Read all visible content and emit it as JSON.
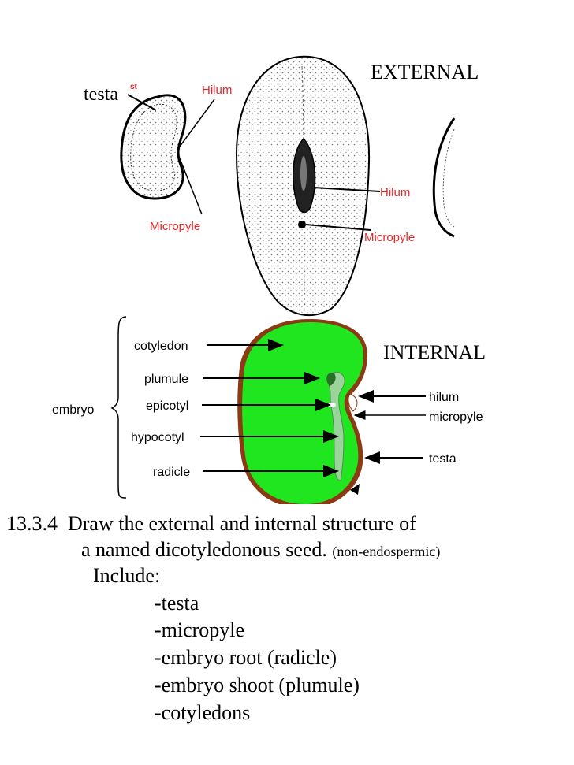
{
  "external": {
    "heading": "EXTERNAL",
    "small_seed": {
      "testa_label": "testa",
      "st_label": "st",
      "hilum_label": "Hilum",
      "micropyle_label": "Micropyle"
    },
    "large_seed": {
      "hilum_label": "Hilum",
      "micropyle_label": "Micropyle"
    }
  },
  "internal": {
    "heading": "INTERNAL",
    "embryo_label": "embryo",
    "labels": {
      "cotyledon": "cotyledon",
      "plumule": "plumule",
      "epicotyl": "epicotyl",
      "hypocotyl": "hypocotyl",
      "radicle": "radicle",
      "hilum": "hilum",
      "micropyle": "micropyle",
      "testa": "testa"
    }
  },
  "caption": {
    "number": "13.3.4",
    "line1": "Draw the external and internal structure of",
    "line2": "a named dicotyledonous seed.",
    "line2_note": "(non-endospermic)",
    "include_label": "Include:",
    "items": [
      "-testa",
      "-micropyle",
      "-embryo root (radicle)",
      "-embryo shoot (plumule)",
      "-cotyledons"
    ]
  },
  "colors": {
    "red_label": "#e8262a",
    "cotyledon_green": "#1fe61f",
    "testa_brown": "#8b3a14",
    "embryo_axis": "#9ad49a"
  }
}
